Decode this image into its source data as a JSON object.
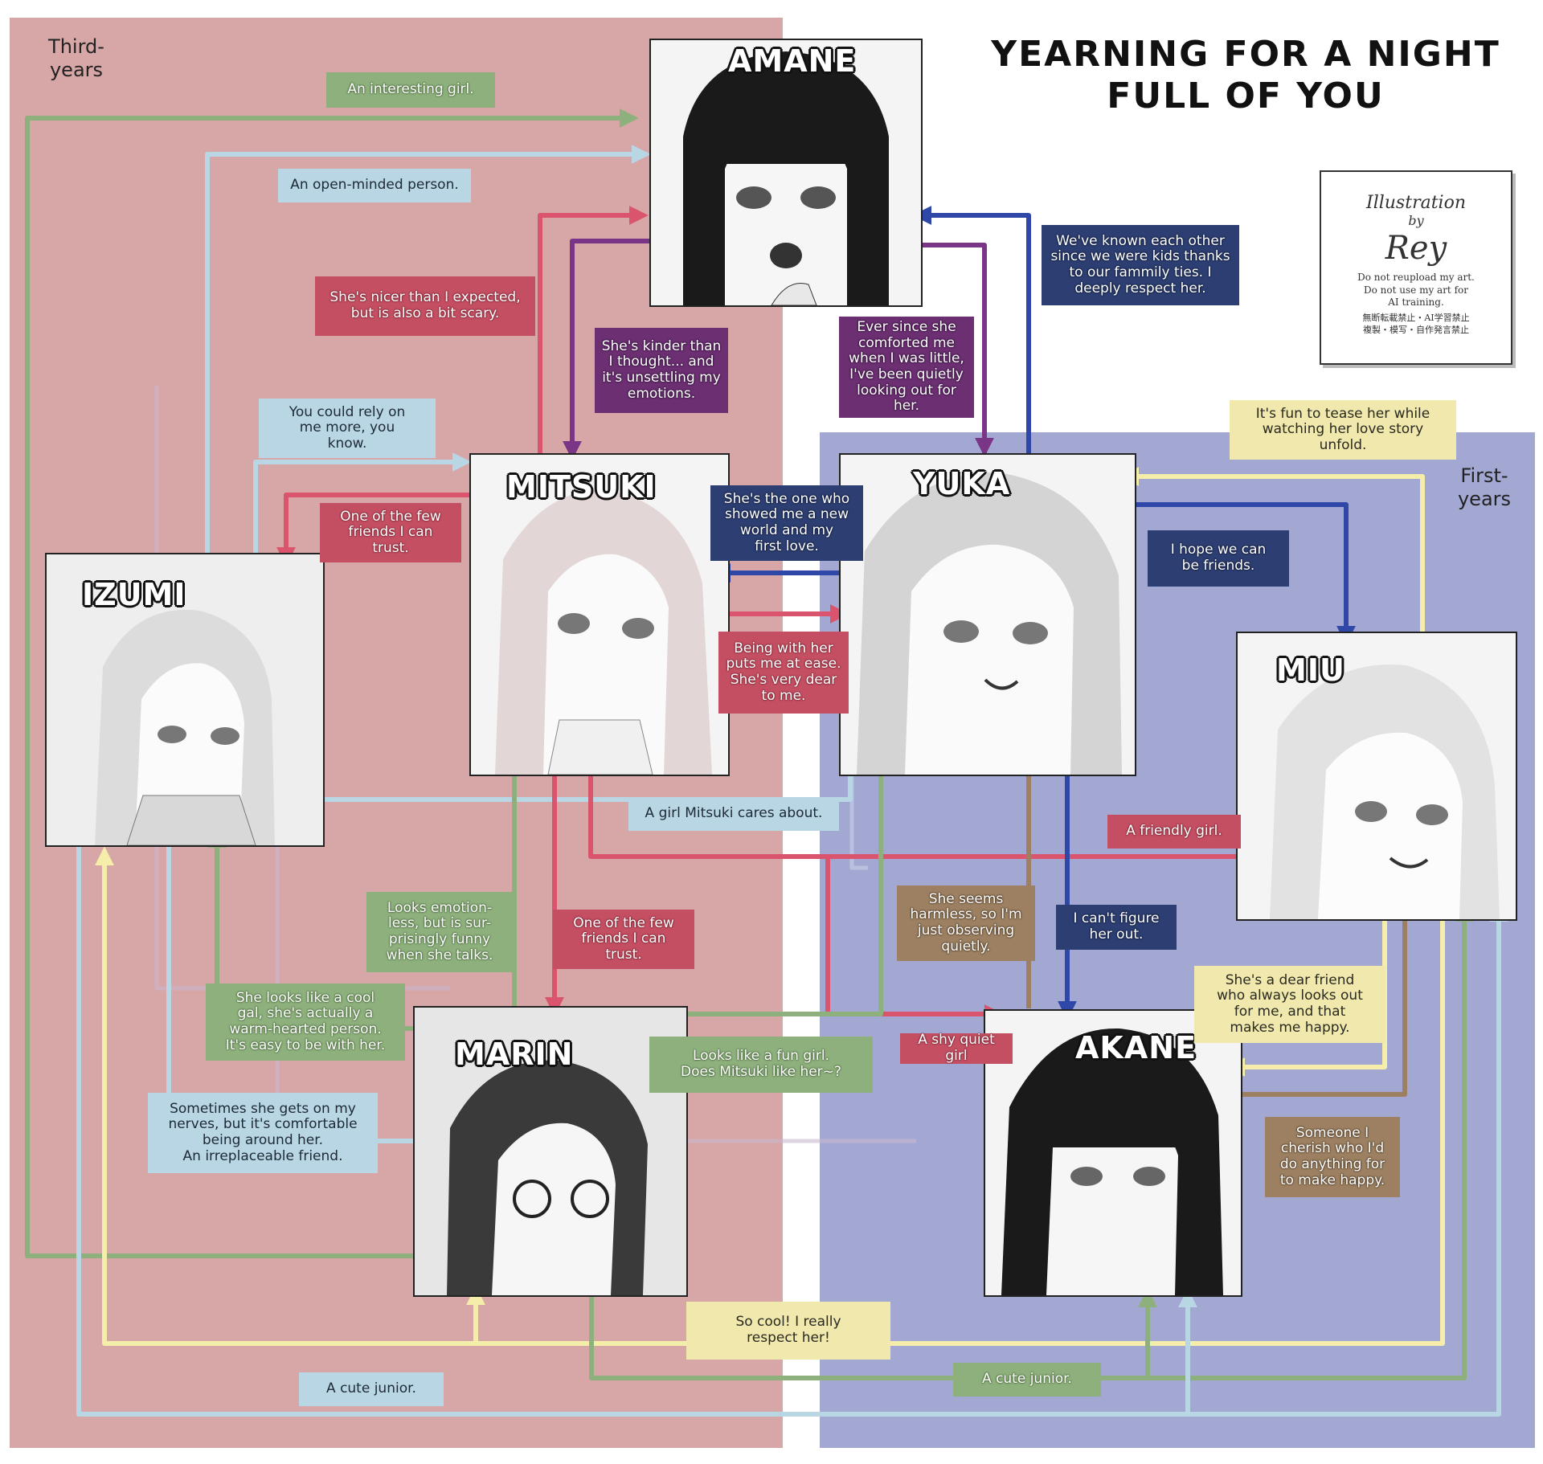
{
  "title": "Yearning for a night full of you",
  "zones": {
    "third_years": "Third-\nyears",
    "first_years": "First-\nyears"
  },
  "credit": {
    "line1": "Illustration",
    "line2": "by",
    "artist": "Rey",
    "notice_en": "Do not reupload my art.\nDo not use my art for\nAI training.",
    "notice_jp": "無断転載禁止・AI学習禁止\n複製・模写・自作発言禁止"
  },
  "characters": {
    "amane": "AMANE",
    "mitsuki": "MITSUKI",
    "izumi": "IZUMI",
    "yuka": "YUKA",
    "miu": "MIU",
    "marin": "MARIN",
    "akane": "AKANE"
  },
  "colors": {
    "green": "#8db07c",
    "light_blue": "#b9d6e4",
    "red": "#c44f62",
    "purple": "#6b2f72",
    "navy": "#2d3f72",
    "yellow": "#f0e8ad",
    "brown": "#9c8061",
    "third_years_bg": "#d7a6a6",
    "first_years_bg": "#a3a8d3"
  },
  "relations": {
    "interesting_girl": "An interesting girl.",
    "open_minded": "An open-minded person.",
    "nicer_than_expected": "She's nicer than I expected,\nbut is also a bit scary.",
    "kinder_than_thought": "She's kinder than\nI thought... and\nit's unsettling my\nemotions.",
    "ever_since_comforted": "Ever since she\ncomforted me\nwhen I was little,\nI've been quietly\nlooking out for\nher.",
    "known_since_kids": "We've known each other\nsince we were kids thanks\nto our fammily ties. I\ndeeply respect her.",
    "rely_on_me": "You could rely on\nme more, you\nknow.",
    "few_friends_izumi": "One of the few\nfriends I can\ntrust.",
    "showed_new_world": "She's the one who\nshowed me a new\nworld and my\nfirst love.",
    "fun_to_tease": "It's fun to tease her while\nwatching her love story\nunfold.",
    "hope_friends": "I hope we can\nbe friends.",
    "at_ease": "Being with her\nputs me at ease.\nShe's very dear\nto me.",
    "mitsuki_cares": "A girl Mitsuki cares about.",
    "friendly_girl": "A friendly girl.",
    "emotionless_funny": "Looks emotion-\nless, but is sur-\nprisingly funny\nwhen she talks.",
    "few_friends_marin": "One of the few\nfriends I can\ntrust.",
    "seems_harmless": "She seems\nharmless, so I'm\njust observing\nquietly.",
    "cant_figure": "I can't figure\nher out.",
    "dear_friend": "She's a dear friend\nwho always looks out\nfor me, and that\nmakes me happy.",
    "cool_gal": "She looks like a cool\ngal, she's actually a\nwarm-hearted person.\nIt's easy to be with her.",
    "fun_girl": "Looks like a fun girl.\nDoes Mitsuki like her~?",
    "shy_quiet": "A shy quiet girl",
    "gets_on_nerves": "Sometimes she gets on my\nnerves, but it's comfortable\nbeing around her.\nAn irreplaceable friend.",
    "cherish": "Someone I\ncherish who I'd\ndo anything for\nto make happy.",
    "so_cool": "So cool! I really\nrespect her!",
    "cute_junior_blue": "A cute junior.",
    "cute_junior_green": "A cute junior."
  }
}
